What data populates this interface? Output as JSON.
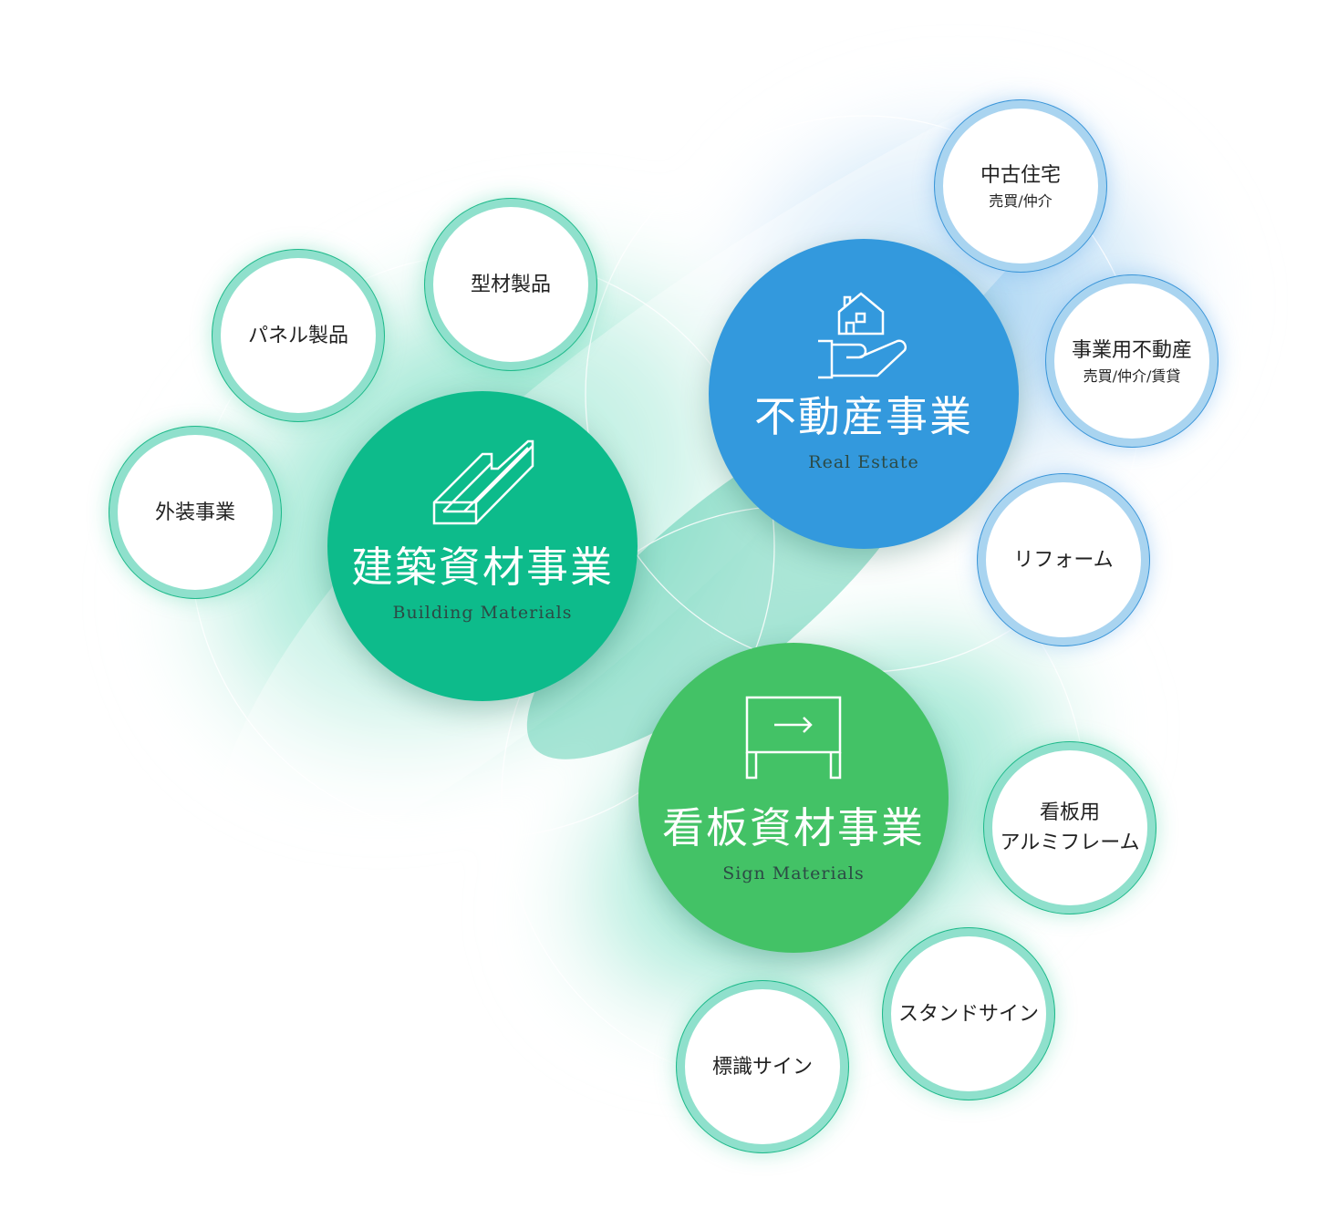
{
  "colors": {
    "building": "#0dbb8b",
    "real_estate": "#3399dd",
    "sign": "#43c266",
    "green_ring": "#8fe0cc",
    "blue_ring": "#a9d4f0"
  },
  "segments": [
    {
      "id": "building",
      "title": "建築資材事業",
      "subtitle": "Building Materials",
      "icon": "channel-beam-icon",
      "children": [
        {
          "label": "型材製品"
        },
        {
          "label": "パネル製品"
        },
        {
          "label": "外装事業"
        }
      ]
    },
    {
      "id": "real_estate",
      "title": "不動産事業",
      "subtitle": "Real Estate",
      "icon": "house-in-hand-icon",
      "children": [
        {
          "label": "中古住宅",
          "sub": "売買/仲介"
        },
        {
          "label": "事業用不動産",
          "sub": "売買/仲介/賃貸"
        },
        {
          "label": "リフォーム"
        }
      ]
    },
    {
      "id": "sign",
      "title": "看板資材事業",
      "subtitle": "Sign Materials",
      "icon": "signboard-arrow-icon",
      "children": [
        {
          "label": "看板用",
          "label2": "アルミフレーム"
        },
        {
          "label": "スタンドサイン"
        },
        {
          "label": "標識サイン"
        }
      ]
    }
  ]
}
